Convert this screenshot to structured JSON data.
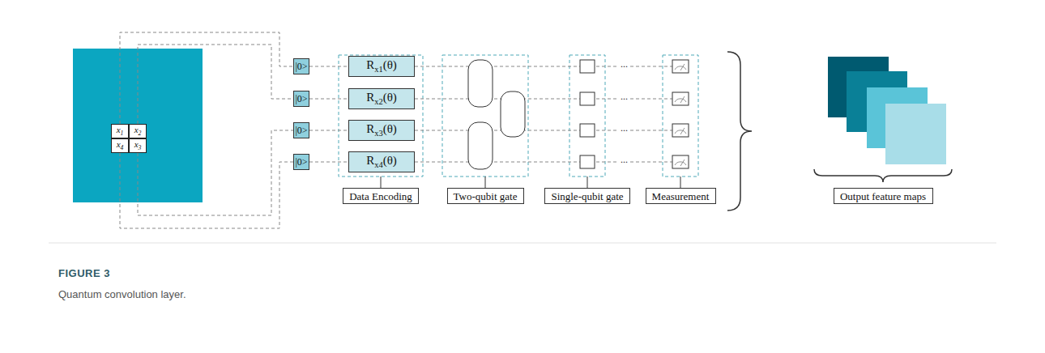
{
  "diagram": {
    "title": "FIGURE 3",
    "caption": "Quantum convolution layer.",
    "nodes": [
      {
        "text": [
          "x1"
        ]
      },
      {
        "text": [
          "x2"
        ]
      },
      {
        "text": [
          "x4"
        ]
      },
      {
        "text": [
          "x3"
        ]
      },
      {
        "text": [
          "|0>"
        ]
      },
      {
        "text": [
          "|0>"
        ]
      },
      {
        "text": [
          "|0>"
        ]
      },
      {
        "text": [
          "|0>"
        ]
      },
      {
        "text": [
          "Rx1(θ)"
        ]
      },
      {
        "text": [
          "Rx2(θ)"
        ]
      },
      {
        "text": [
          "Rx3(θ)"
        ]
      },
      {
        "text": [
          "Rx4(θ)"
        ]
      },
      {
        "text": [
          "Data Encoding"
        ]
      },
      {
        "text": [
          "Two-qubit gate"
        ]
      },
      {
        "text": [
          "Single-qubit gate"
        ]
      },
      {
        "text": [
          "Measurement"
        ]
      },
      {
        "text": [
          "Output feature maps"
        ]
      }
    ],
    "edges": [
      {
        "from": 0,
        "to": 4,
        "arrow": "none"
      },
      {
        "from": 1,
        "to": 5,
        "arrow": "none"
      },
      {
        "from": 3,
        "to": 6,
        "arrow": "none"
      },
      {
        "from": 2,
        "to": 7,
        "arrow": "none"
      },
      {
        "from": 4,
        "to": 8,
        "arrow": "none"
      },
      {
        "from": 5,
        "to": 9,
        "arrow": "none"
      },
      {
        "from": 6,
        "to": 10,
        "arrow": "none"
      },
      {
        "from": 7,
        "to": 11,
        "arrow": "none"
      }
    ],
    "labels": [
      "...",
      "...",
      "...",
      "..."
    ]
  }
}
